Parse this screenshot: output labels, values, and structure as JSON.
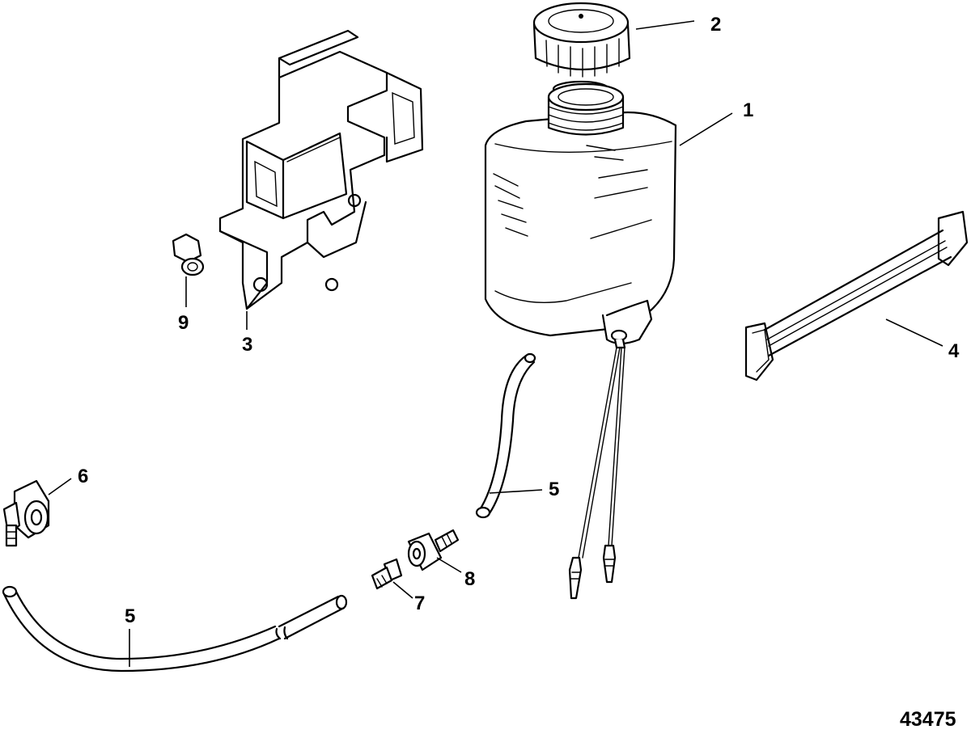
{
  "figure_number": "43475",
  "callouts": {
    "tank": "1",
    "cap": "2",
    "bracket": "3",
    "strap": "4",
    "hose_upper": "5",
    "hose_lower": "5",
    "elbow_fitting": "6",
    "barb_fitting": "7",
    "quick_connector": "8",
    "nut": "9"
  },
  "colors": {
    "ink": "#000000",
    "background": "#ffffff"
  }
}
